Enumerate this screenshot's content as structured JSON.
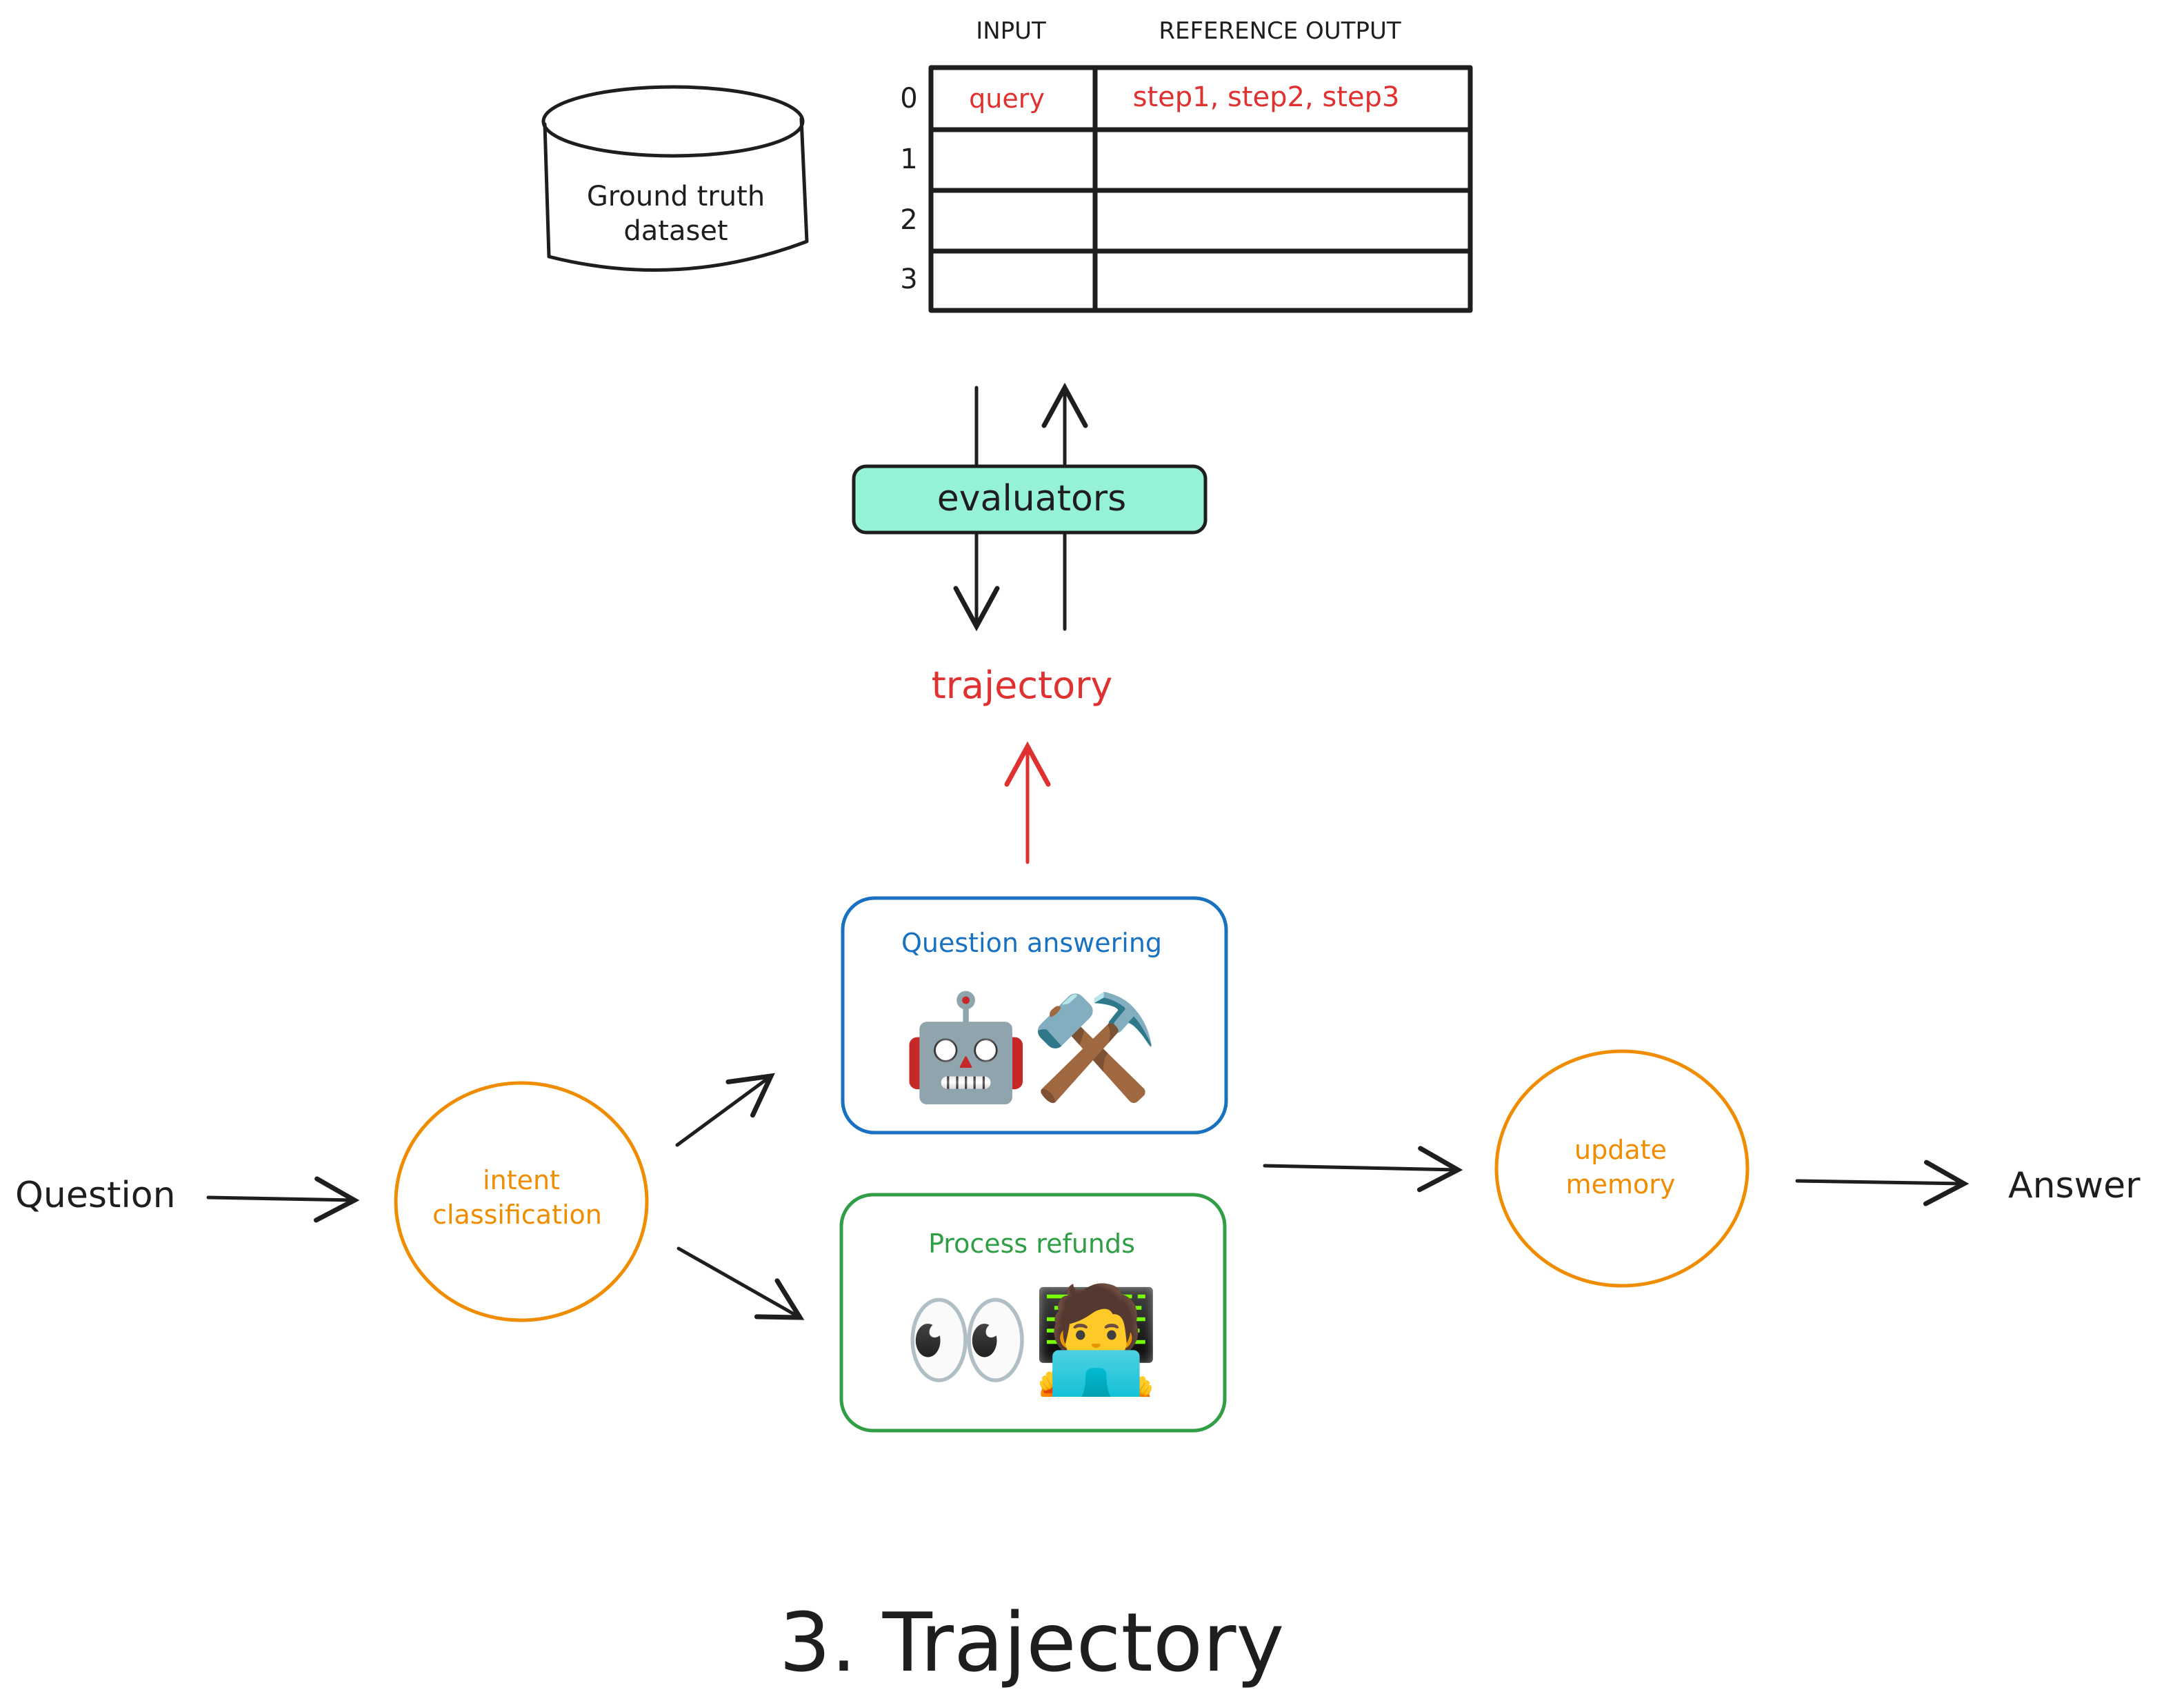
{
  "title": "3. Trajectory",
  "dataset": {
    "label_line1": "Ground truth",
    "label_line2": "dataset"
  },
  "table": {
    "headers": [
      "INPUT",
      "REFERENCE OUTPUT"
    ],
    "rows": [
      {
        "index": "0",
        "input": "query",
        "reference_output": "step1, step2, step3"
      },
      {
        "index": "1",
        "input": "",
        "reference_output": ""
      },
      {
        "index": "2",
        "input": "",
        "reference_output": ""
      },
      {
        "index": "3",
        "input": "",
        "reference_output": ""
      }
    ]
  },
  "evaluators": {
    "label": "evaluators"
  },
  "trajectory": {
    "label": "trajectory"
  },
  "flow": {
    "question": "Question",
    "intent_line1": "intent",
    "intent_line2": "classification",
    "qa_label": "Question answering",
    "qa_emoji": "🤖⚒️",
    "refunds_label": "Process refunds",
    "refunds_emoji": "👀🧑‍💻",
    "memory_line1": "update",
    "memory_line2": "memory",
    "answer": "Answer"
  },
  "colors": {
    "ink": "#1e1e1e",
    "red": "#e03131",
    "orange": "#f08c00",
    "blue": "#1971c2",
    "green": "#2f9e44",
    "teal_fill": "#96f2d7"
  }
}
